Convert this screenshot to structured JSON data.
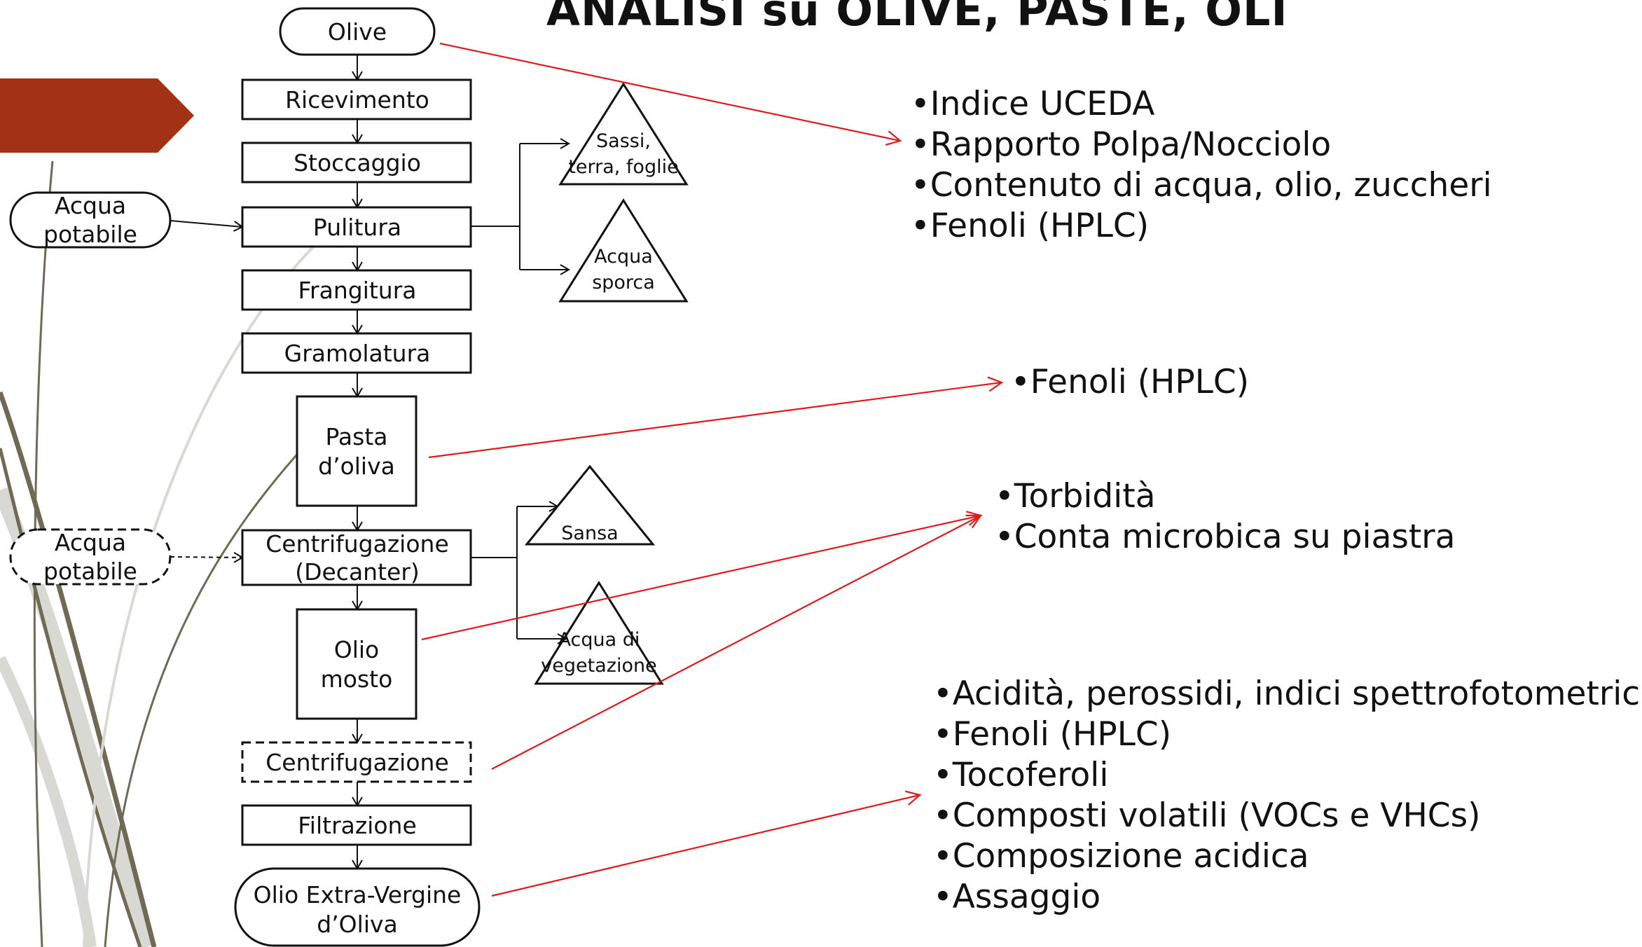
{
  "title": "ANALISI su OLIVE, PASTE, OLI",
  "process_steps": {
    "olive": "Olive",
    "ricevimento": "Ricevimento",
    "stoccaggio": "Stoccaggio",
    "pulitura": "Pulitura",
    "frangitura": "Frangitura",
    "gramolatura": "Gramolatura",
    "pasta_oliva_1": "Pasta",
    "pasta_oliva_2": "d’oliva",
    "centrifugazione_decanter_1": "Centrifugazione",
    "centrifugazione_decanter_2": "(Decanter)",
    "olio_mosto_1": "Olio",
    "olio_mosto_2": "mosto",
    "centrifugazione": "Centrifugazione",
    "filtrazione": "Filtrazione",
    "olio_evo_1": "Olio Extra-Vergine",
    "olio_evo_2": "d’Oliva"
  },
  "inputs": {
    "acqua_potabile_1_a": "Acqua",
    "acqua_potabile_1_b": "potabile",
    "acqua_potabile_2_a": "Acqua",
    "acqua_potabile_2_b": "potabile"
  },
  "byproducts": {
    "sassi_a": "Sassi,",
    "sassi_b": "terra, foglie",
    "acqua_sporca_a": "Acqua",
    "acqua_sporca_b": "sporca",
    "sansa": "Sansa",
    "acqua_veg_a": "Acqua di",
    "acqua_veg_b": "vegetazione"
  },
  "analyses": {
    "olive": [
      "•Indice UCEDA",
      "•Rapporto Polpa/Nocciolo",
      "•Contenuto di acqua, olio, zuccheri",
      "•Fenoli (HPLC)"
    ],
    "pasta": [
      "•Fenoli (HPLC)"
    ],
    "mosto": [
      "•Torbidità",
      "•Conta microbica su piastra"
    ],
    "evo": [
      "•Acidità, perossidi, indici spettrofotometrici",
      "•Fenoli (HPLC)",
      "•Tocoferoli",
      "•Composti volatili (VOCs e VHCs)",
      "•Composizione acidica",
      "•Assaggio"
    ]
  },
  "colors": {
    "accent_tab": "#a33116",
    "arrow_red": "#e0191b",
    "line_dark": "#111111",
    "deco_olive": "#6e6a55",
    "deco_light": "#d9d9d4"
  }
}
